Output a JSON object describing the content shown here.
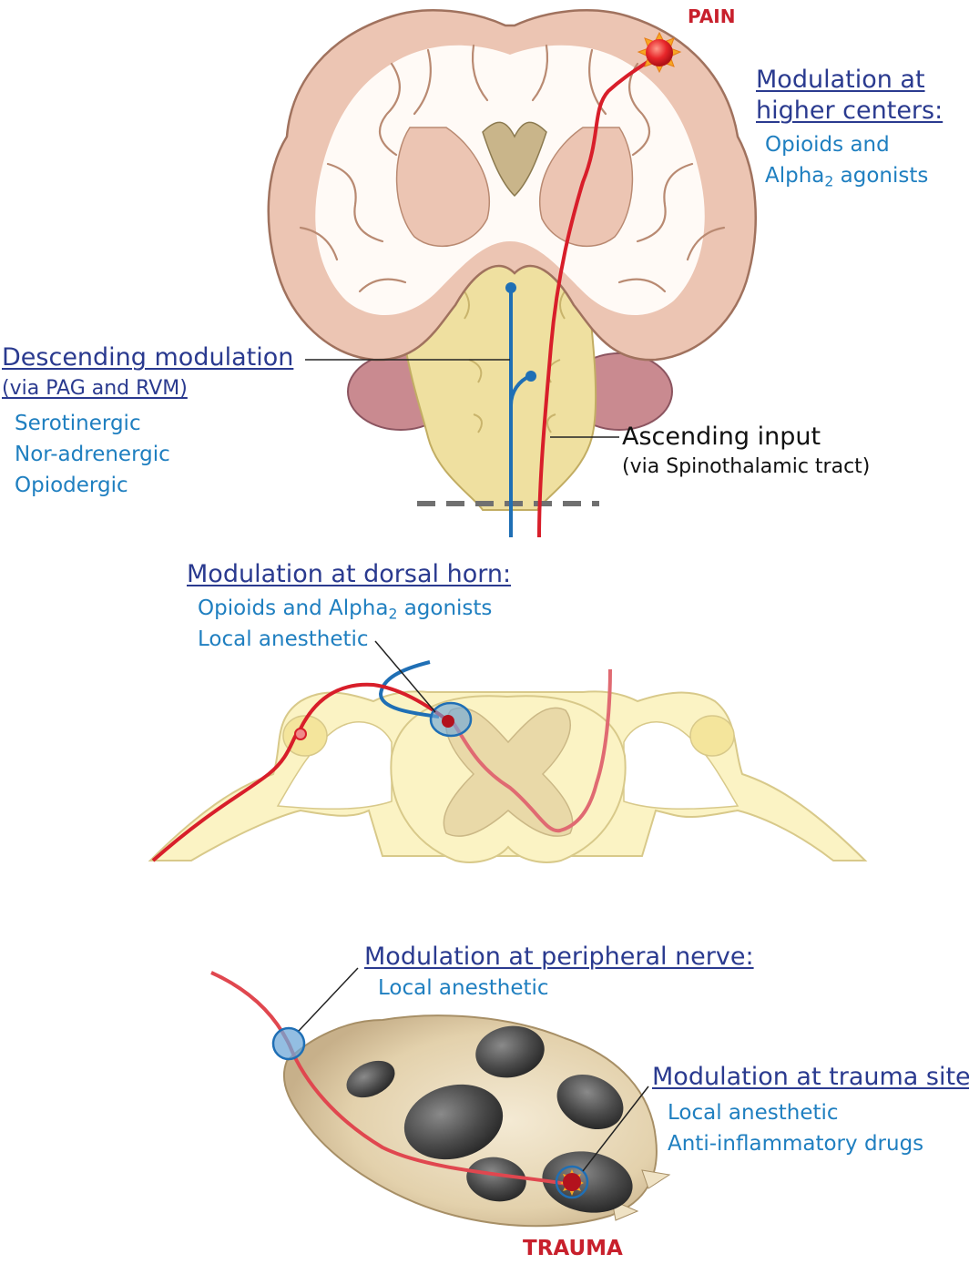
{
  "labels": {
    "pain": "PAIN",
    "trauma": "TRAUMA",
    "higher": {
      "title_line1": "Modulation at",
      "title_line2": "higher centers:",
      "item1": "Opioids and",
      "item2_prefix": "Alpha",
      "item2_sub": "2",
      "item2_suffix": " agonists"
    },
    "descending": {
      "title": "Descending  modulation",
      "subtitle": "(via PAG and RVM)",
      "items": [
        "Serotinergic",
        "Nor-adrenergic",
        "Opiodergic"
      ]
    },
    "ascending": {
      "title": "Ascending input",
      "subtitle": "(via Spinothalamic tract)"
    },
    "dorsal": {
      "title": "Modulation at dorsal horn:",
      "item1_prefix": "Opioids and Alpha",
      "item1_sub": "2",
      "item1_suffix": " agonists",
      "item2": "Local anesthetic"
    },
    "peripheral": {
      "title": "Modulation at peripheral nerve:",
      "item1": "Local anesthetic"
    },
    "trauma_site": {
      "title": "Modulation at trauma site:",
      "items": [
        "Local anesthetic",
        "Anti-inflammatory drugs"
      ]
    }
  },
  "colors": {
    "heading": "#2a3a8f",
    "drug": "#1f7fc0",
    "ascending_pathway": "#d81e2a",
    "descending_pathway": "#1f6fb5",
    "brain_gray_matter": "#ecc5b3",
    "brain_white_matter": "#ffffff",
    "brainstem": "#efe0a0",
    "spinal_cord": "#fbf3c4",
    "paw": "#e9d9b6",
    "paw_pads": "#4a4a4a"
  },
  "icons": [
    "pain-burst-icon",
    "trauma-burst-icon",
    "block-site-icon"
  ]
}
